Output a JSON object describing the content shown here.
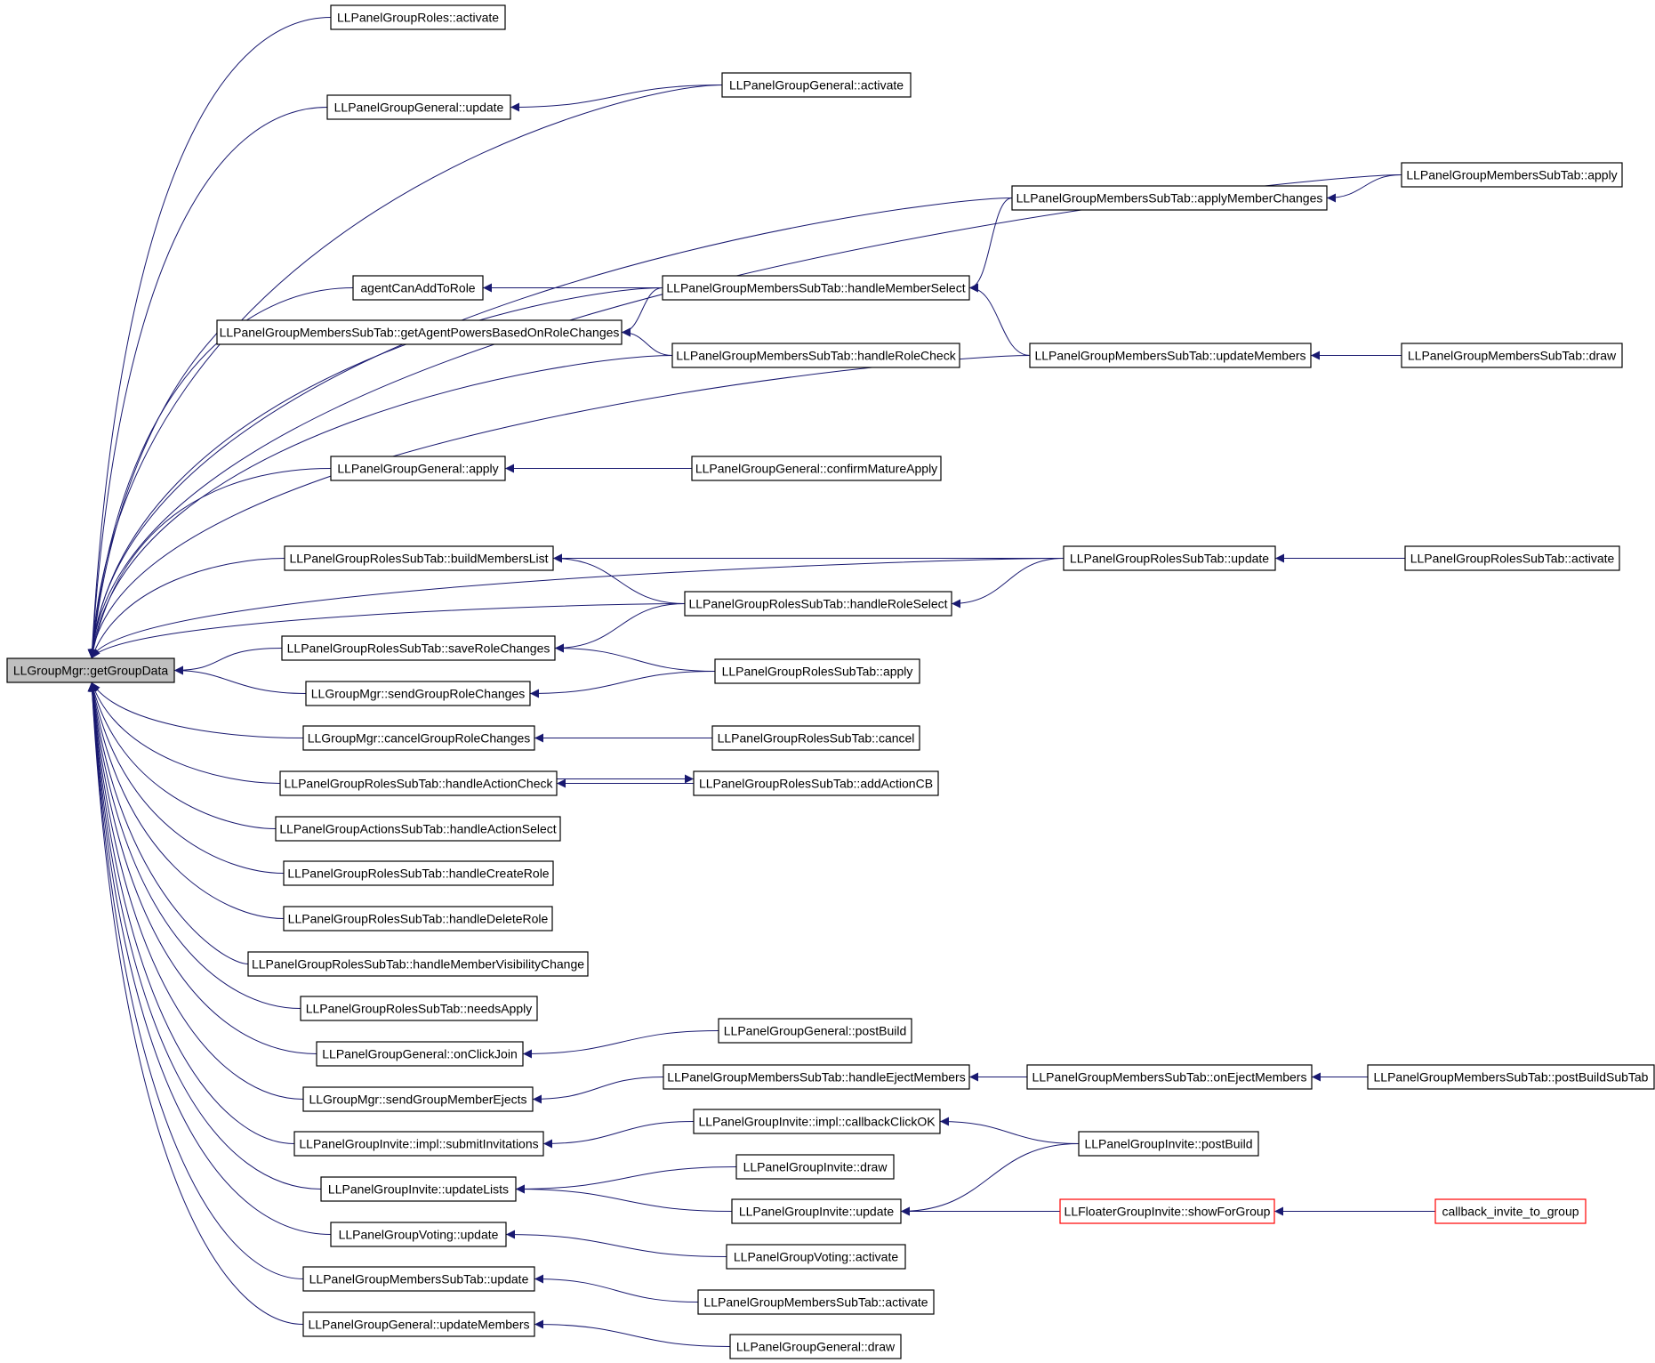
{
  "diagram": {
    "colors": {
      "edge": "#191970",
      "node_border": "#000000",
      "root_fill": "#bfbfbf",
      "truncated_border": "#ff0000"
    },
    "nodes": [
      {
        "id": "getGroupData",
        "label": "LLGroupMgr::getGroupData",
        "root": true
      },
      {
        "id": "rolesActivate",
        "label": "LLPanelGroupRoles::activate"
      },
      {
        "id": "generalUpdate",
        "label": "LLPanelGroupGeneral::update"
      },
      {
        "id": "generalActivate",
        "label": "LLPanelGroupGeneral::activate"
      },
      {
        "id": "membersApply",
        "label": "LLPanelGroupMembersSubTab::apply"
      },
      {
        "id": "applyMemberChanges",
        "label": "LLPanelGroupMembersSubTab::applyMemberChanges"
      },
      {
        "id": "agentCanAddToRole",
        "label": "agentCanAddToRole"
      },
      {
        "id": "handleMemberSelect",
        "label": "LLPanelGroupMembersSubTab::handleMemberSelect"
      },
      {
        "id": "getAgentPowers",
        "label": "LLPanelGroupMembersSubTab::getAgentPowersBasedOnRoleChanges"
      },
      {
        "id": "handleRoleCheck",
        "label": "LLPanelGroupMembersSubTab::handleRoleCheck"
      },
      {
        "id": "updateMembers",
        "label": "LLPanelGroupMembersSubTab::updateMembers"
      },
      {
        "id": "membersDraw",
        "label": "LLPanelGroupMembersSubTab::draw"
      },
      {
        "id": "generalApply",
        "label": "LLPanelGroupGeneral::apply"
      },
      {
        "id": "confirmMatureApply",
        "label": "LLPanelGroupGeneral::confirmMatureApply"
      },
      {
        "id": "buildMembersList",
        "label": "LLPanelGroupRolesSubTab::buildMembersList"
      },
      {
        "id": "rolesSubUpdate",
        "label": "LLPanelGroupRolesSubTab::update"
      },
      {
        "id": "rolesSubActivate",
        "label": "LLPanelGroupRolesSubTab::activate"
      },
      {
        "id": "handleRoleSelect",
        "label": "LLPanelGroupRolesSubTab::handleRoleSelect"
      },
      {
        "id": "saveRoleChanges",
        "label": "LLPanelGroupRolesSubTab::saveRoleChanges"
      },
      {
        "id": "rolesSubApply",
        "label": "LLPanelGroupRolesSubTab::apply"
      },
      {
        "id": "sendGroupRoleChanges",
        "label": "LLGroupMgr::sendGroupRoleChanges"
      },
      {
        "id": "cancelGroupRoleChanges",
        "label": "LLGroupMgr::cancelGroupRoleChanges"
      },
      {
        "id": "rolesSubCancel",
        "label": "LLPanelGroupRolesSubTab::cancel"
      },
      {
        "id": "handleActionCheck",
        "label": "LLPanelGroupRolesSubTab::handleActionCheck"
      },
      {
        "id": "addActionCB",
        "label": "LLPanelGroupRolesSubTab::addActionCB"
      },
      {
        "id": "handleActionSelect",
        "label": "LLPanelGroupActionsSubTab::handleActionSelect"
      },
      {
        "id": "handleCreateRole",
        "label": "LLPanelGroupRolesSubTab::handleCreateRole"
      },
      {
        "id": "handleDeleteRole",
        "label": "LLPanelGroupRolesSubTab::handleDeleteRole"
      },
      {
        "id": "handleMemberVisibilityChange",
        "label": "LLPanelGroupRolesSubTab::handleMemberVisibilityChange"
      },
      {
        "id": "needsApply",
        "label": "LLPanelGroupRolesSubTab::needsApply"
      },
      {
        "id": "generalPostBuild",
        "label": "LLPanelGroupGeneral::postBuild"
      },
      {
        "id": "onClickJoin",
        "label": "LLPanelGroupGeneral::onClickJoin"
      },
      {
        "id": "sendGroupMemberEjects",
        "label": "LLGroupMgr::sendGroupMemberEjects"
      },
      {
        "id": "handleEjectMembers",
        "label": "LLPanelGroupMembersSubTab::handleEjectMembers"
      },
      {
        "id": "onEjectMembers",
        "label": "LLPanelGroupMembersSubTab::onEjectMembers"
      },
      {
        "id": "postBuildSubTab",
        "label": "LLPanelGroupMembersSubTab::postBuildSubTab"
      },
      {
        "id": "submitInvitations",
        "label": "LLPanelGroupInvite::impl::submitInvitations"
      },
      {
        "id": "callbackClickOK",
        "label": "LLPanelGroupInvite::impl::callbackClickOK"
      },
      {
        "id": "invitePostBuild",
        "label": "LLPanelGroupInvite::postBuild"
      },
      {
        "id": "updateLists",
        "label": "LLPanelGroupInvite::updateLists"
      },
      {
        "id": "inviteDraw",
        "label": "LLPanelGroupInvite::draw"
      },
      {
        "id": "inviteUpdate",
        "label": "LLPanelGroupInvite::update"
      },
      {
        "id": "showForGroup",
        "label": "LLFloaterGroupInvite::showForGroup",
        "truncated": true
      },
      {
        "id": "callbackInvite",
        "label": "callback_invite_to_group",
        "truncated": true
      },
      {
        "id": "votingUpdate",
        "label": "LLPanelGroupVoting::update"
      },
      {
        "id": "votingActivate",
        "label": "LLPanelGroupVoting::activate"
      },
      {
        "id": "membersSubUpdate",
        "label": "LLPanelGroupMembersSubTab::update"
      },
      {
        "id": "membersSubActivate",
        "label": "LLPanelGroupMembersSubTab::activate"
      },
      {
        "id": "generalUpdateMembers",
        "label": "LLPanelGroupGeneral::updateMembers"
      },
      {
        "id": "generalDraw",
        "label": "LLPanelGroupGeneral::draw"
      }
    ],
    "edges": [
      [
        "rolesActivate",
        "getGroupData"
      ],
      [
        "generalActivate",
        "getGroupData"
      ],
      [
        "generalUpdate",
        "getGroupData"
      ],
      [
        "generalActivate",
        "generalUpdate"
      ],
      [
        "membersApply",
        "getGroupData"
      ],
      [
        "applyMemberChanges",
        "getGroupData"
      ],
      [
        "membersApply",
        "applyMemberChanges"
      ],
      [
        "handleMemberSelect",
        "getGroupData"
      ],
      [
        "agentCanAddToRole",
        "getGroupData"
      ],
      [
        "handleMemberSelect",
        "agentCanAddToRole"
      ],
      [
        "applyMemberChanges",
        "handleMemberSelect"
      ],
      [
        "updateMembers",
        "handleMemberSelect"
      ],
      [
        "getAgentPowers",
        "getGroupData"
      ],
      [
        "handleMemberSelect",
        "getAgentPowers"
      ],
      [
        "handleRoleCheck",
        "getAgentPowers"
      ],
      [
        "handleRoleCheck",
        "getGroupData"
      ],
      [
        "updateMembers",
        "getGroupData"
      ],
      [
        "membersDraw",
        "updateMembers"
      ],
      [
        "generalApply",
        "getGroupData"
      ],
      [
        "confirmMatureApply",
        "generalApply"
      ],
      [
        "rolesSubUpdate",
        "getGroupData"
      ],
      [
        "buildMembersList",
        "getGroupData"
      ],
      [
        "rolesSubUpdate",
        "buildMembersList"
      ],
      [
        "handleRoleSelect",
        "buildMembersList"
      ],
      [
        "rolesSubActivate",
        "rolesSubUpdate"
      ],
      [
        "rolesSubUpdate",
        "handleRoleSelect"
      ],
      [
        "handleRoleSelect",
        "getGroupData"
      ],
      [
        "saveRoleChanges",
        "getGroupData"
      ],
      [
        "handleRoleSelect",
        "saveRoleChanges"
      ],
      [
        "rolesSubApply",
        "saveRoleChanges"
      ],
      [
        "sendGroupRoleChanges",
        "getGroupData"
      ],
      [
        "rolesSubApply",
        "sendGroupRoleChanges"
      ],
      [
        "cancelGroupRoleChanges",
        "getGroupData"
      ],
      [
        "rolesSubCancel",
        "cancelGroupRoleChanges"
      ],
      [
        "handleActionCheck",
        "getGroupData"
      ],
      [
        "handleActionCheck",
        "addActionCB"
      ],
      [
        "addActionCB",
        "handleActionCheck"
      ],
      [
        "handleActionSelect",
        "getGroupData"
      ],
      [
        "handleCreateRole",
        "getGroupData"
      ],
      [
        "handleDeleteRole",
        "getGroupData"
      ],
      [
        "handleMemberVisibilityChange",
        "getGroupData"
      ],
      [
        "needsApply",
        "getGroupData"
      ],
      [
        "onClickJoin",
        "getGroupData"
      ],
      [
        "generalPostBuild",
        "onClickJoin"
      ],
      [
        "sendGroupMemberEjects",
        "getGroupData"
      ],
      [
        "handleEjectMembers",
        "sendGroupMemberEjects"
      ],
      [
        "onEjectMembers",
        "handleEjectMembers"
      ],
      [
        "postBuildSubTab",
        "onEjectMembers"
      ],
      [
        "submitInvitations",
        "getGroupData"
      ],
      [
        "callbackClickOK",
        "submitInvitations"
      ],
      [
        "invitePostBuild",
        "callbackClickOK"
      ],
      [
        "updateLists",
        "getGroupData"
      ],
      [
        "inviteDraw",
        "updateLists"
      ],
      [
        "inviteUpdate",
        "updateLists"
      ],
      [
        "invitePostBuild",
        "inviteUpdate"
      ],
      [
        "showForGroup",
        "inviteUpdate"
      ],
      [
        "callbackInvite",
        "showForGroup"
      ],
      [
        "votingUpdate",
        "getGroupData"
      ],
      [
        "votingActivate",
        "votingUpdate"
      ],
      [
        "membersSubUpdate",
        "getGroupData"
      ],
      [
        "membersSubActivate",
        "membersSubUpdate"
      ],
      [
        "generalUpdateMembers",
        "getGroupData"
      ],
      [
        "generalDraw",
        "generalUpdateMembers"
      ]
    ]
  }
}
